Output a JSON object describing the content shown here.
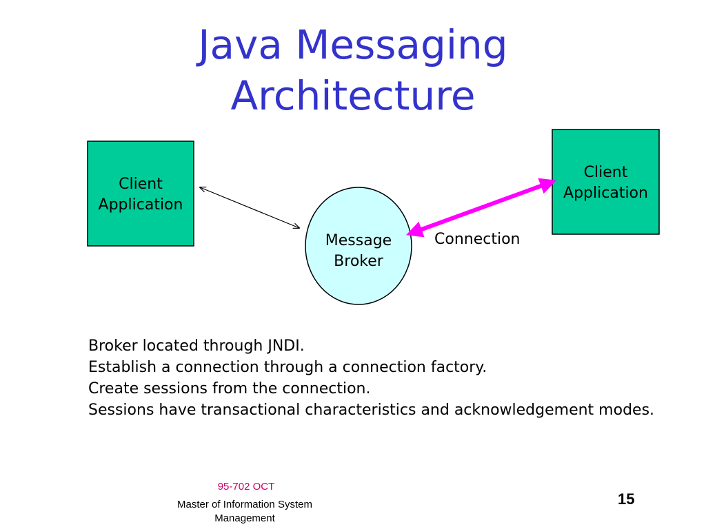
{
  "slide": {
    "title_line1": "Java Messaging",
    "title_line2": "Architecture"
  },
  "diagram": {
    "client_left": {
      "line1": "Client",
      "line2": "Application"
    },
    "client_right": {
      "line1": "Client",
      "line2": "Application"
    },
    "broker": {
      "line1": "Message",
      "line2": "Broker"
    },
    "connection_label": "Connection",
    "colors": {
      "client_fill": "#00cc99",
      "broker_fill": "#ccffff",
      "connection_arrow": "#ff00ff"
    }
  },
  "body": {
    "lines": [
      "Broker located through JNDI.",
      "Establish a connection through a connection factory.",
      "Create sessions from the connection.",
      "Sessions have transactional characteristics and acknowledgement modes."
    ]
  },
  "footer": {
    "course_code": "95-702 OCT",
    "org_line1": "Master of Information System",
    "org_line2": "Management",
    "page_number": "15"
  }
}
